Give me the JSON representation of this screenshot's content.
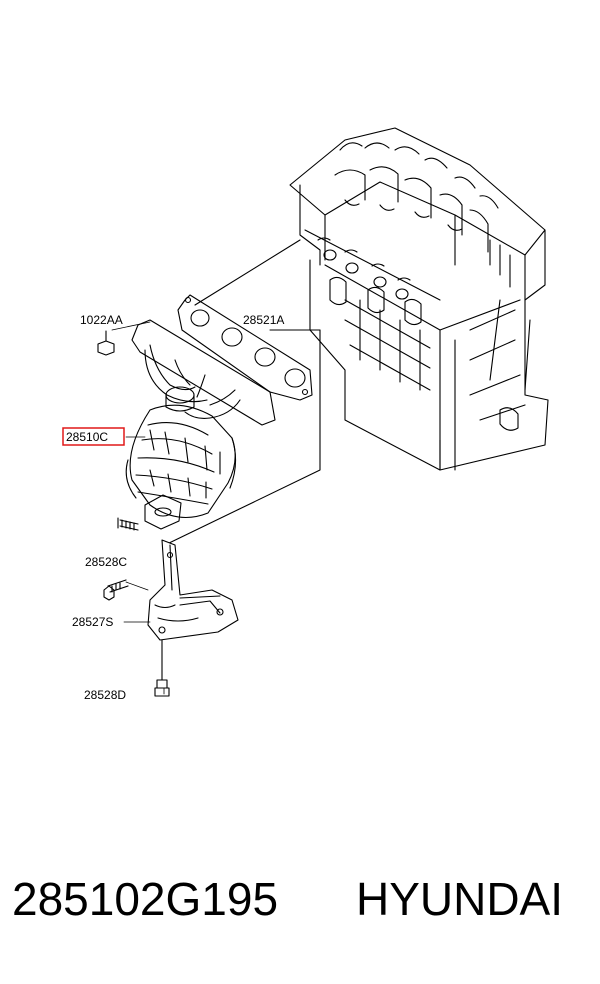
{
  "labels": {
    "bolt_1022AA": "1022AA",
    "gasket_28521A": "28521A",
    "manifold_28510C": "28510C",
    "bolt_28528C": "28528C",
    "heatshield_28527S": "28527S",
    "bolt_28528D": "28528D"
  },
  "highlight_color": "#e01818",
  "caption": {
    "part_number": "285102G195",
    "brand": "HYUNDAI"
  }
}
